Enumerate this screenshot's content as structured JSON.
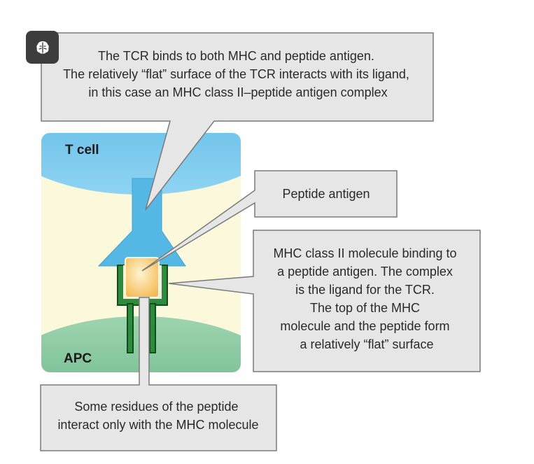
{
  "toolbar": {
    "button_icon": "brain-icon"
  },
  "labels": {
    "t_cell": "T cell",
    "apc": "APC"
  },
  "callouts": {
    "tcr": [
      "The TCR binds to both MHC and peptide antigen.",
      "The relatively “flat” surface of the TCR interacts with its ligand,",
      "in this case an MHC class II–peptide antigen complex"
    ],
    "peptide": [
      "Peptide antigen"
    ],
    "mhc": [
      "MHC class II molecule binding to",
      "a peptide antigen. The complex",
      "is the ligand for the TCR.",
      "The top of the MHC",
      "molecule and the peptide form",
      "a relatively “flat” surface"
    ],
    "residues": [
      "Some residues of the peptide",
      "interact only with the MHC molecule"
    ]
  },
  "colors": {
    "t_cell": "#55b8e4",
    "apc": "#6cb88c",
    "background": "#fbf8dc",
    "tcr": "#55b8e4",
    "mhc": "#1c6e2c",
    "peptide": "#f6c566",
    "callout_fill": "#e6e6e6",
    "callout_stroke": "#7a7a7a"
  }
}
